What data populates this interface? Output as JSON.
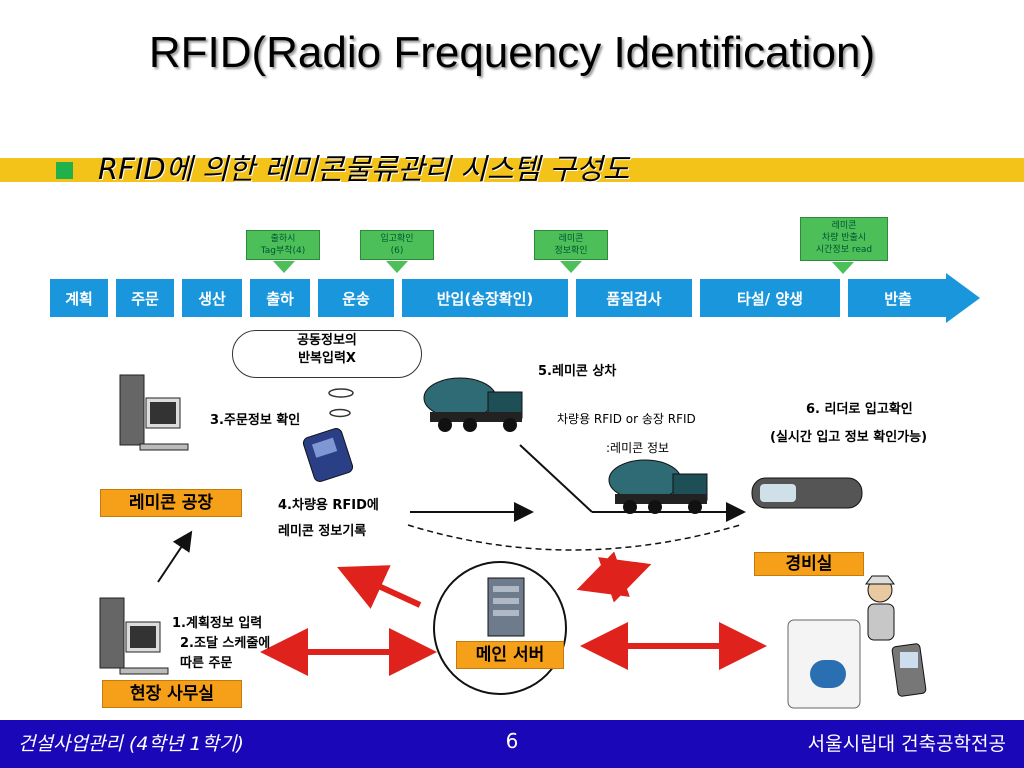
{
  "title": "RFID(Radio Frequency Identification)",
  "subtitle": "RFID에 의한 레미콘물류관리 시스템 구성도",
  "callouts": {
    "shipping": "출하시\nTag부착(4)",
    "warehouse_in": "입고확인\n(6)",
    "remicon_info": "레미콘\n정보확인",
    "remicon_vehicle": "레미콘\n차량 반출시\n시간정보 read"
  },
  "process_steps": [
    "계획",
    "주문",
    "생산",
    "출하",
    "운송",
    "반입(송장확인)",
    "품질검사",
    "타설/ 양생",
    "반출"
  ],
  "cloud_text": "공동정보의\n반복입력X",
  "labels": {
    "step3": "3.주문정보 확인",
    "step4": "4.차량용 RFID에\n레미콘 정보기록",
    "step5": "5.레미콘 상차",
    "vehicle_rfid": "차량용  RFID  or  송장  RFID",
    "remicon_info_sub": ":레미콘  정보",
    "step6": "6. 리더로 입고확인",
    "step6_sub": "(실시간 입고 정보 확인가능)",
    "step1": "1.계획정보 입력",
    "step2": "2.조달 스케줄에\n따른 주문"
  },
  "boxes": {
    "factory": "레미콘  공장",
    "site_office": "현장  사무실",
    "guard_room": "경비실",
    "main_server": "메인  서버"
  },
  "footer": {
    "left": "건설사업관리 (4학년 1학기)",
    "page_number": "6",
    "right": "서울시립대 건축공학전공"
  },
  "colors": {
    "process_blue": "#1a96dc",
    "callout_green": "#4cbf59",
    "band_yellow": "#f3c31a",
    "bullet_green": "#21b14a",
    "label_orange": "#f6a019",
    "arrow_red": "#e0221c",
    "footer_blue": "#1a08b8"
  }
}
